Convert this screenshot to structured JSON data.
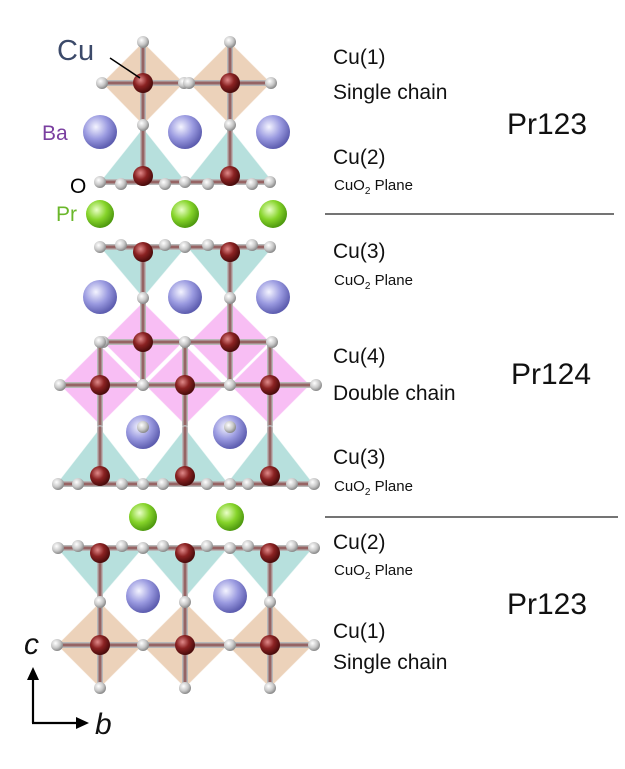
{
  "atoms": {
    "cu": "Cu",
    "ba": "Ba",
    "o": "O",
    "pr": "Pr"
  },
  "colors": {
    "cu": "#7a1f1f",
    "ba": "#8f8fdc",
    "o": "#bcbcbc",
    "pr": "#7dd21f",
    "plane_polyhedra": "#9fd6d2",
    "single_chain_polyhedra": "#e6c3a3",
    "double_chain_polyhedra": "#f5a8f0",
    "cu_label": "#3c4a6a",
    "ba_label": "#7a3fa0",
    "pr_label": "#6ab72a"
  },
  "layers": [
    {
      "site": "Cu(1)",
      "desc": "Single chain"
    },
    {
      "site": "Cu(2)",
      "desc_main": "CuO",
      "desc_sub": "2",
      "desc_tail": " Plane"
    },
    {
      "site": "Cu(3)",
      "desc_main": "CuO",
      "desc_sub": "2",
      "desc_tail": " Plane"
    },
    {
      "site": "Cu(4)",
      "desc": "Double chain"
    },
    {
      "site": "Cu(3)",
      "desc_main": "CuO",
      "desc_sub": "2",
      "desc_tail": " Plane"
    },
    {
      "site": "Cu(2)",
      "desc_main": "CuO",
      "desc_sub": "2",
      "desc_tail": " Plane"
    },
    {
      "site": "Cu(1)",
      "desc": "Single chain"
    }
  ],
  "blocks": [
    "Pr123",
    "Pr124",
    "Pr123"
  ],
  "axes": {
    "vertical": "c",
    "horizontal": "b"
  }
}
